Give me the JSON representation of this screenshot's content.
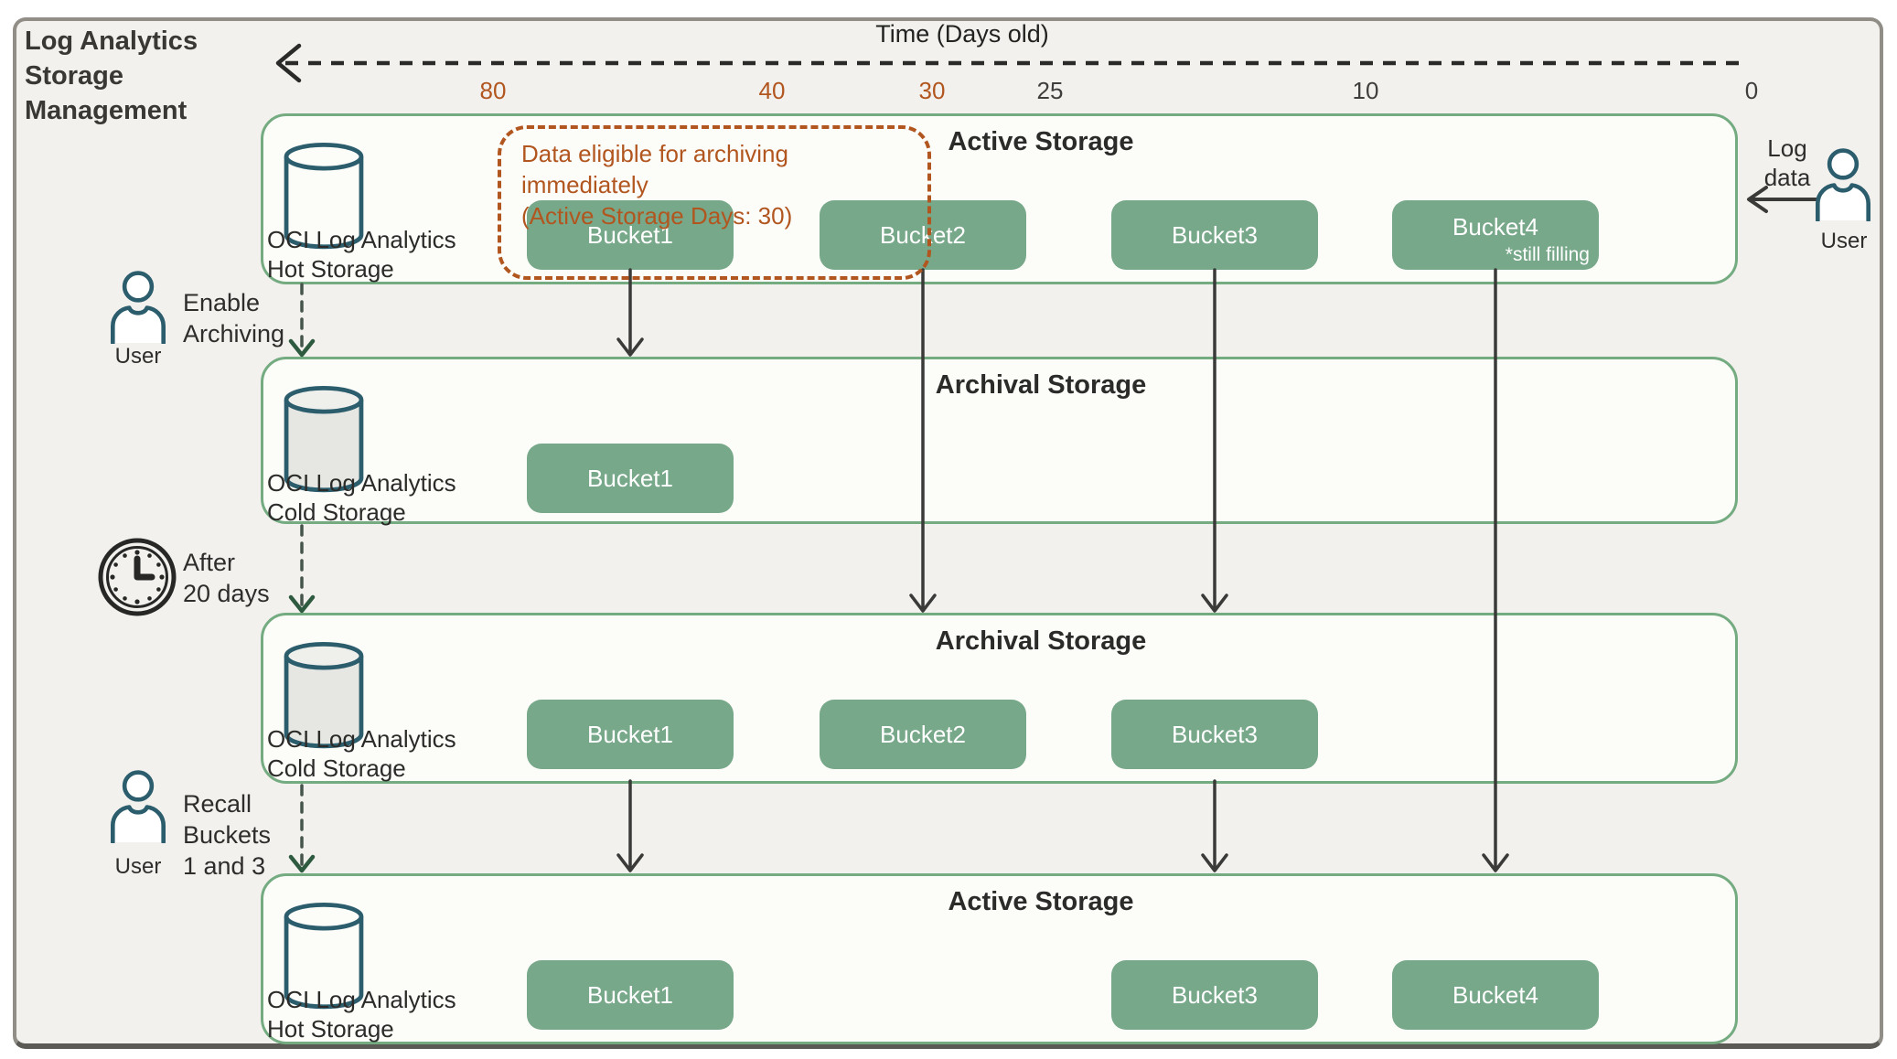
{
  "title": "Log Analytics\nStorage\nManagement",
  "timeline": {
    "label": "Time (Days old)",
    "direction": "older-to-left",
    "ticks": [
      {
        "value": "80",
        "highlight": true
      },
      {
        "value": "40",
        "highlight": true
      },
      {
        "value": "30",
        "highlight": true
      },
      {
        "value": "25",
        "highlight": false
      },
      {
        "value": "10",
        "highlight": false
      },
      {
        "value": "0",
        "highlight": false
      }
    ]
  },
  "callout": {
    "text": "Data eligible for archiving immediately\n(Active Storage Days: 30)"
  },
  "rows": [
    {
      "title": "Active Storage",
      "storage_label": "OCI Log Analytics\nHot Storage",
      "storage_type": "hot",
      "buckets": [
        {
          "label": "Bucket1"
        },
        {
          "label": "Bucket2"
        },
        {
          "label": "Bucket3"
        },
        {
          "label": "Bucket4",
          "note": "*still filling"
        }
      ]
    },
    {
      "title": "Archival Storage",
      "storage_label": "OCI Log Analytics\nCold Storage",
      "storage_type": "cold",
      "buckets": [
        {
          "label": "Bucket1"
        }
      ]
    },
    {
      "title": "Archival Storage",
      "storage_label": "OCI Log Analytics\nCold Storage",
      "storage_type": "cold",
      "buckets": [
        {
          "label": "Bucket1"
        },
        {
          "label": "Bucket2"
        },
        {
          "label": "Bucket3"
        }
      ]
    },
    {
      "title": "Active Storage",
      "storage_label": "OCI Log Analytics\nHot Storage",
      "storage_type": "hot",
      "buckets": [
        {
          "label": "Bucket1"
        },
        {
          "label": "Bucket3"
        },
        {
          "label": "Bucket4"
        }
      ]
    }
  ],
  "annotations": {
    "enable_archiving": {
      "label": "Enable\nArchiving",
      "actor": "User"
    },
    "after_20_days": {
      "label": "After\n20 days"
    },
    "recall": {
      "label": "Recall\nBuckets\n1 and 3",
      "actor": "User"
    },
    "log_input": {
      "label": "Log\ndata",
      "actor": "User"
    }
  },
  "colors": {
    "bucket_green": "#78a88a",
    "row_border_green": "#74ab80",
    "accent_orange": "#b2561f",
    "cylinder_teal": "#2b5d6d",
    "arrow_dark": "#3a3a38",
    "arrow_head_green": "#2e5a3f",
    "frame_fill": "#f2f1ee",
    "row_fill": "#fcfcf9"
  }
}
